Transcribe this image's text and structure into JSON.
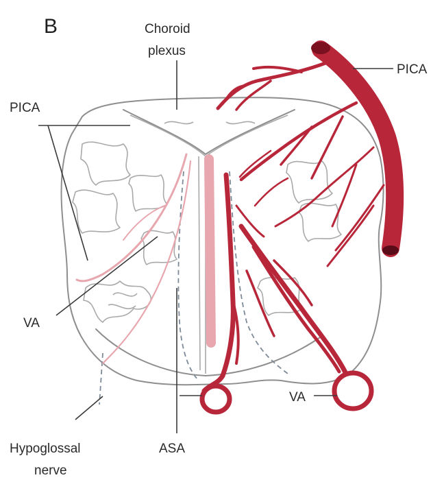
{
  "panel_letter": "B",
  "labels": {
    "choroid_plexus_line1": "Choroid",
    "choroid_plexus_line2": "plexus",
    "pica_right": "PICA",
    "pica_left": "PICA",
    "va_left": "VA",
    "va_right": "VA",
    "asa": "ASA",
    "hypoglossal_line1": "Hypoglossal",
    "hypoglossal_line2": "nerve"
  },
  "colors": {
    "artery": "#b8263a",
    "pica_trunk": "#d4283f",
    "pale_vessel": "#e8a7ae",
    "outline": "#8e8e8e"
  }
}
